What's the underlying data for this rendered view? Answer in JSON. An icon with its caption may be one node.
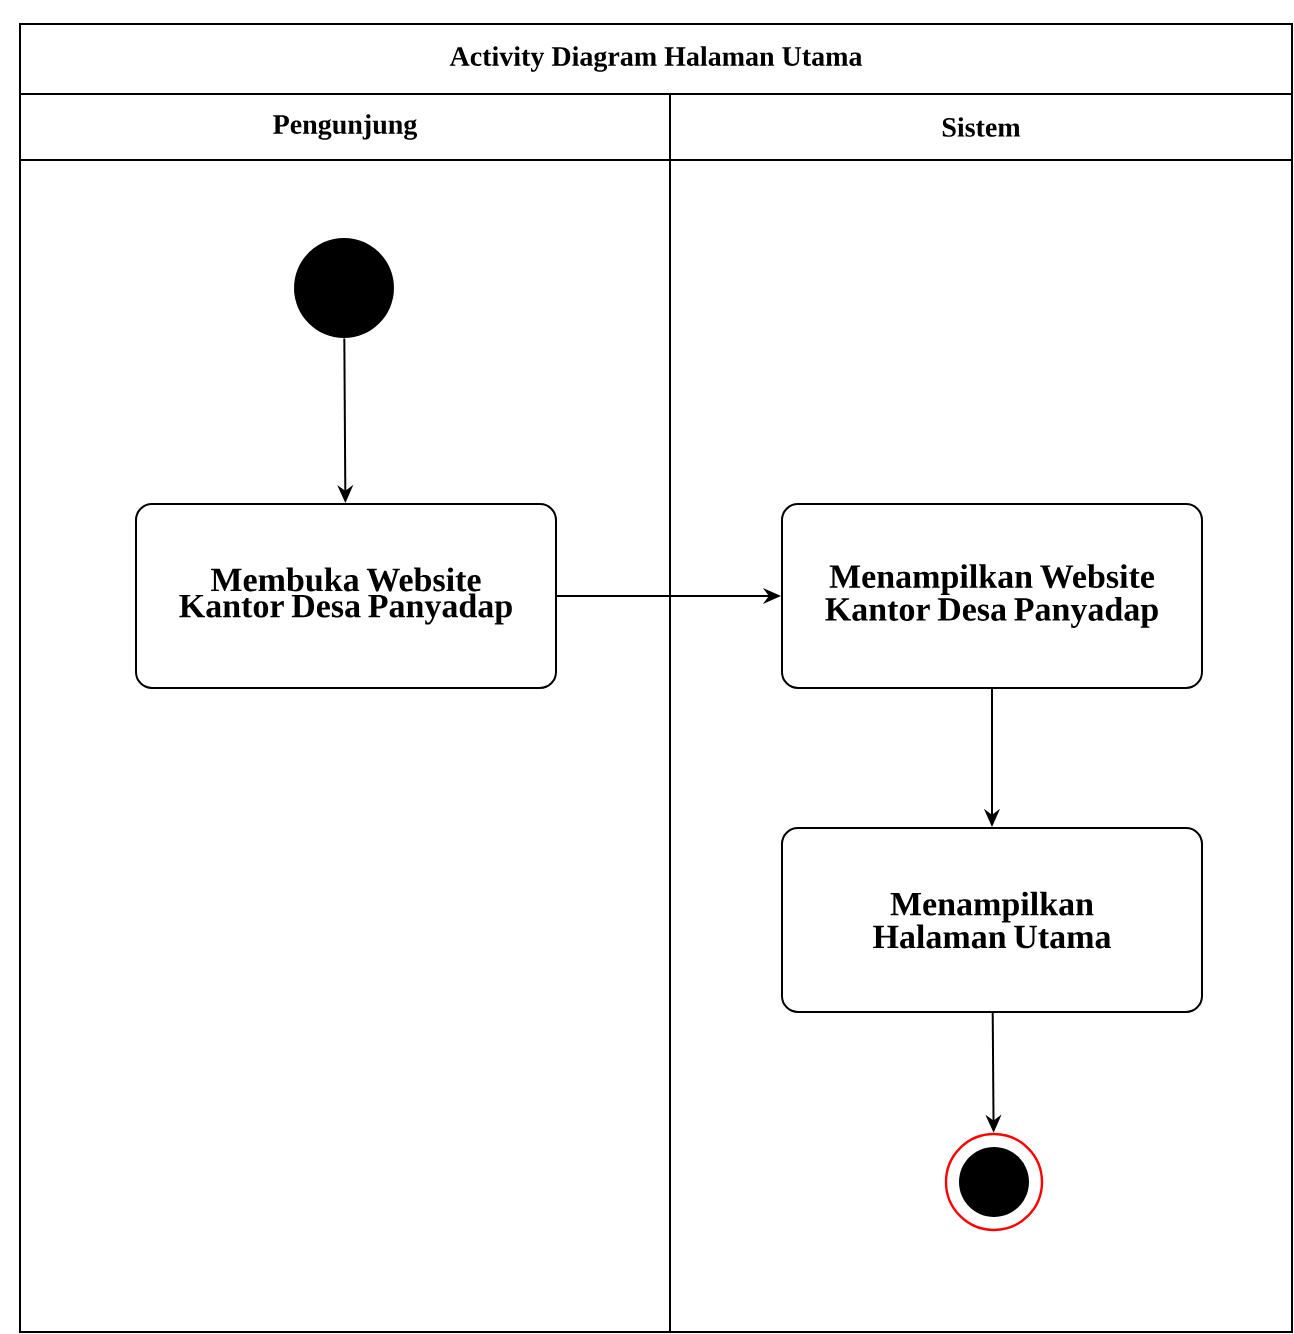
{
  "diagram": {
    "nodes": [
      {
        "text": [
          "Activity Diagram Halaman Utama"
        ]
      },
      {
        "text": [
          "Pengunjung"
        ],
        "in": 0
      },
      {
        "text": [
          "Sistem"
        ],
        "in": 0
      },
      {
        "text": [],
        "shape": "circle",
        "in": 1
      },
      {
        "text": [
          "Membuka Website Kantor Desa Panyadap"
        ],
        "in": 1
      },
      {
        "text": [
          "Menampilkan Website Kantor Desa Panyadap"
        ],
        "in": 2
      },
      {
        "text": [
          "Menampilkan Halaman Utama"
        ],
        "in": 2
      },
      {
        "text": [],
        "shape": "circle",
        "in": 2
      }
    ],
    "edges": [
      {
        "from": 3,
        "to": 4,
        "arrow": "to"
      },
      {
        "from": 4,
        "to": 5,
        "arrow": "to"
      },
      {
        "from": 5,
        "to": 6,
        "arrow": "to"
      },
      {
        "from": 6,
        "to": 7,
        "arrow": "to"
      }
    ]
  }
}
